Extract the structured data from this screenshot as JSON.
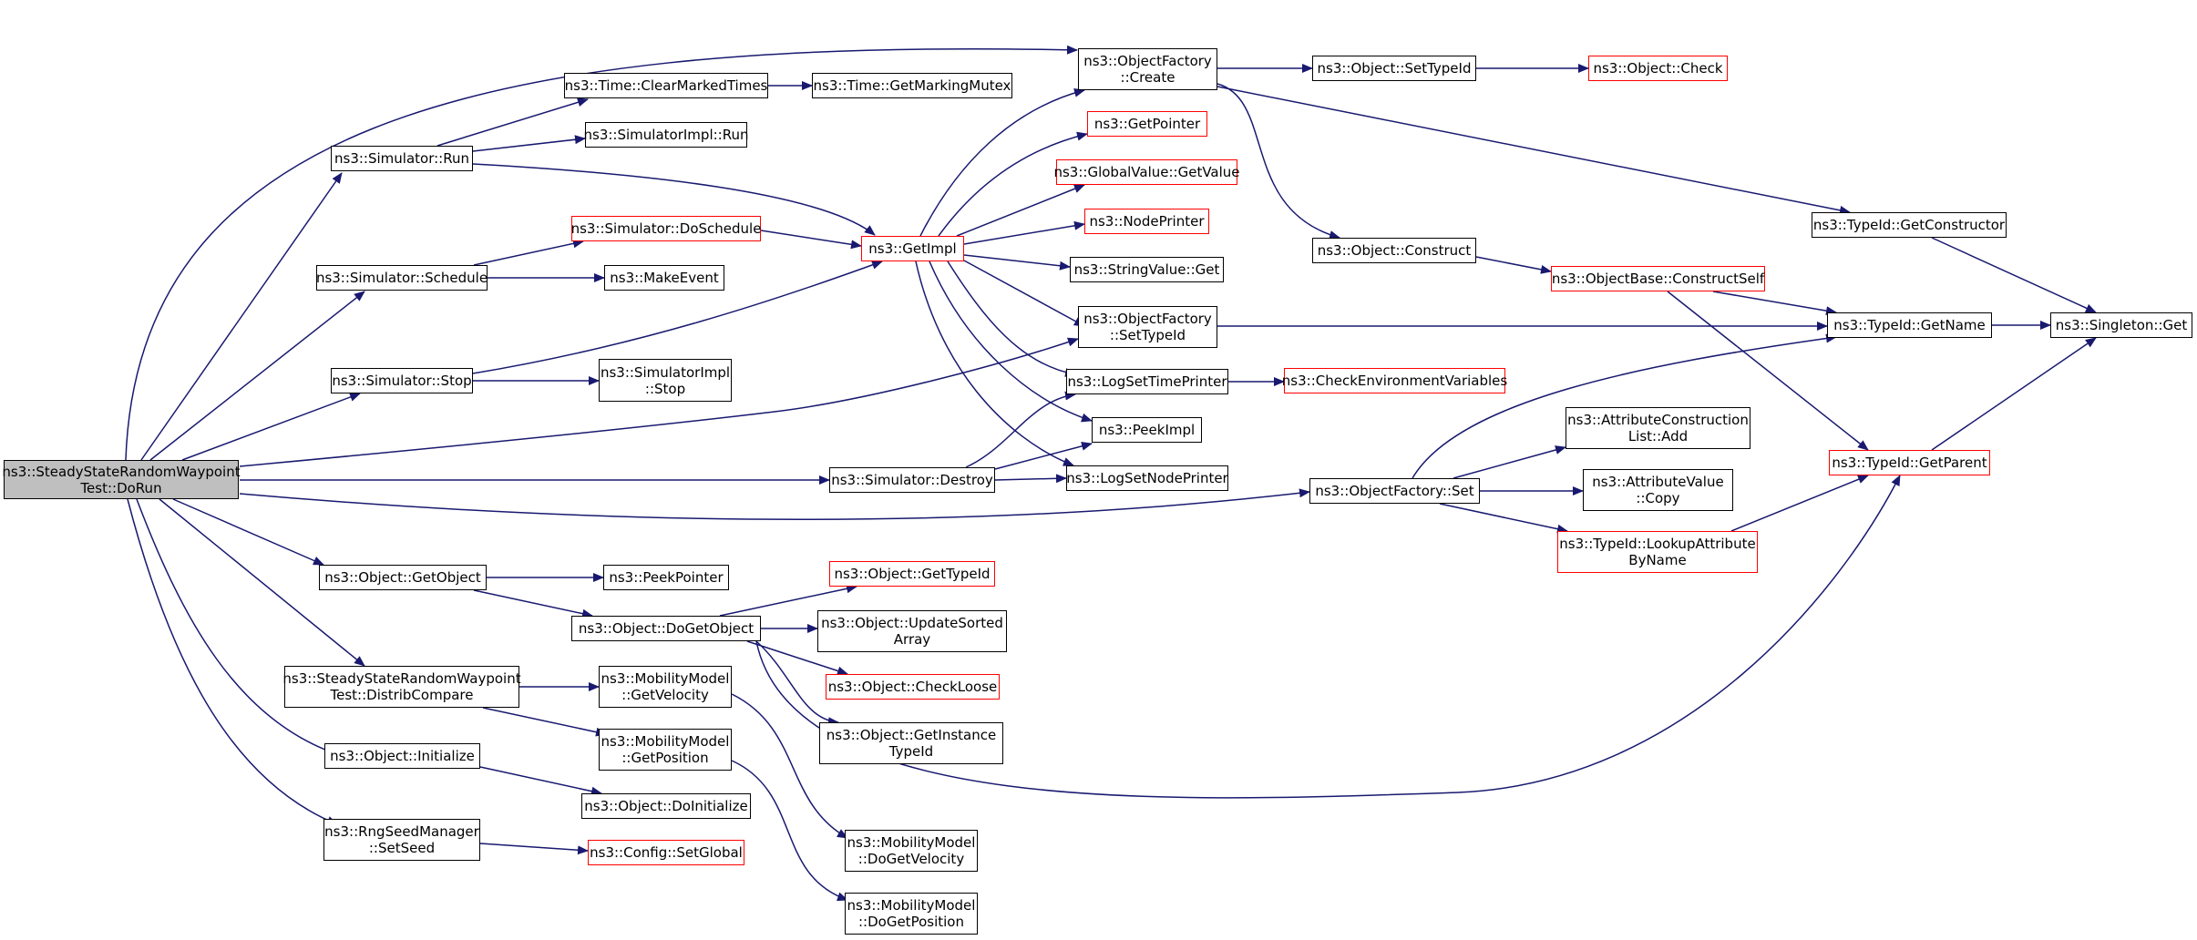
{
  "colors": {
    "edge": "#191970",
    "border": "#000000",
    "red_border": "#ff0000",
    "root_fill": "#bfbfbf"
  },
  "nodes": {
    "root": [
      "ns3::SteadyStateRandomWaypoint",
      "Test::DoRun"
    ],
    "sim_run": [
      "ns3::Simulator::Run"
    ],
    "time_clear": [
      "ns3::Time::ClearMarkedTimes"
    ],
    "time_mutex": [
      "ns3::Time::GetMarkingMutex"
    ],
    "simimpl_run": [
      "ns3::SimulatorImpl::Run"
    ],
    "sim_doschedule": [
      "ns3::Simulator::DoSchedule"
    ],
    "sim_schedule": [
      "ns3::Simulator::Schedule"
    ],
    "make_event": [
      "ns3::MakeEvent"
    ],
    "sim_stop": [
      "ns3::Simulator::Stop"
    ],
    "simimpl_stop": [
      "ns3::SimulatorImpl",
      "::Stop"
    ],
    "sim_destroy": [
      "ns3::Simulator::Destroy"
    ],
    "obj_getobject": [
      "ns3::Object::GetObject"
    ],
    "peekpointer": [
      "ns3::PeekPointer"
    ],
    "obj_dogetobject": [
      "ns3::Object::DoGetObject"
    ],
    "distribcompare": [
      "ns3::SteadyStateRandomWaypoint",
      "Test::DistribCompare"
    ],
    "mm_getvel": [
      "ns3::MobilityModel",
      "::GetVelocity"
    ],
    "mm_getpos": [
      "ns3::MobilityModel",
      "::GetPosition"
    ],
    "obj_initialize": [
      "ns3::Object::Initialize"
    ],
    "obj_doinit": [
      "ns3::Object::DoInitialize"
    ],
    "rng_setseed": [
      "ns3::RngSeedManager",
      "::SetSeed"
    ],
    "config_setglobal": [
      "ns3::Config::SetGlobal"
    ],
    "mm_dogetvel": [
      "ns3::MobilityModel",
      "::DoGetVelocity"
    ],
    "mm_dogetpos": [
      "ns3::MobilityModel",
      "::DoGetPosition"
    ],
    "of_create": [
      "ns3::ObjectFactory",
      "::Create"
    ],
    "getpointer": [
      "ns3::GetPointer"
    ],
    "gv_getvalue": [
      "ns3::GlobalValue::GetValue"
    ],
    "getimpl": [
      "ns3::GetImpl"
    ],
    "nodeprinter": [
      "ns3::NodePrinter"
    ],
    "stringvalue_get": [
      "ns3::StringValue::Get"
    ],
    "of_settypeid": [
      "ns3::ObjectFactory",
      "::SetTypeId"
    ],
    "logsettime": [
      "ns3::LogSetTimePrinter"
    ],
    "peekimpl": [
      "ns3::PeekImpl"
    ],
    "logsetnode": [
      "ns3::LogSetNodePrinter"
    ],
    "obj_gettypeid": [
      "ns3::Object::GetTypeId"
    ],
    "obj_updatesorted": [
      "ns3::Object::UpdateSorted",
      "Array"
    ],
    "obj_checkloose": [
      "ns3::Object::CheckLoose"
    ],
    "obj_getinstance": [
      "ns3::Object::GetInstance",
      "TypeId"
    ],
    "obj_settypeid": [
      "ns3::Object::SetTypeId"
    ],
    "obj_check": [
      "ns3::Object::Check"
    ],
    "obj_construct": [
      "ns3::Object::Construct"
    ],
    "ob_constructself": [
      "ns3::ObjectBase::ConstructSelf"
    ],
    "checkenv": [
      "ns3::CheckEnvironmentVariables"
    ],
    "of_set": [
      "ns3::ObjectFactory::Set"
    ],
    "acl_add": [
      "ns3::AttributeConstruction",
      "List::Add"
    ],
    "av_copy": [
      "ns3::AttributeValue",
      "::Copy"
    ],
    "tid_lookup": [
      "ns3::TypeId::LookupAttribute",
      "ByName"
    ],
    "tid_getconstructor": [
      "ns3::TypeId::GetConstructor"
    ],
    "tid_getname": [
      "ns3::TypeId::GetName"
    ],
    "tid_getparent": [
      "ns3::TypeId::GetParent"
    ],
    "singleton_get": [
      "ns3::Singleton::Get"
    ]
  }
}
